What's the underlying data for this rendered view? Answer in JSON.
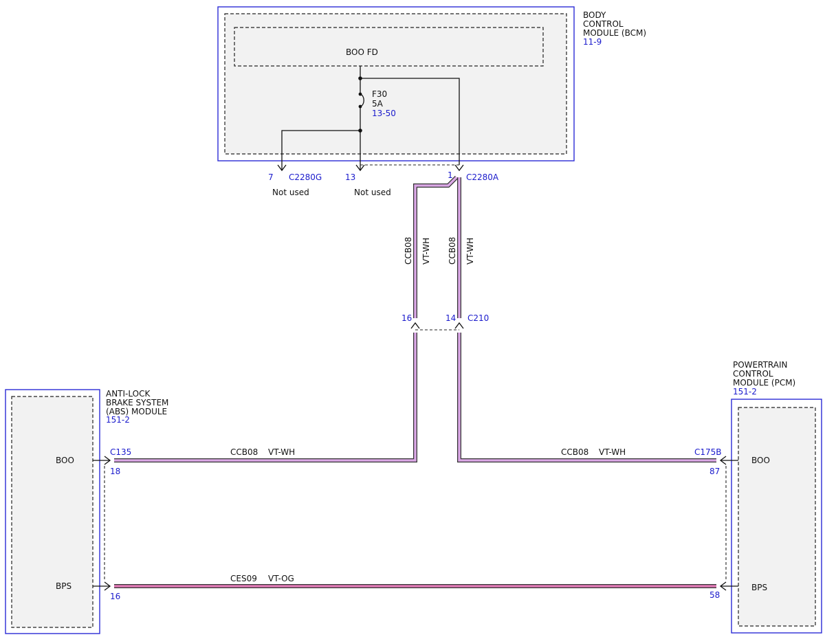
{
  "bcm": {
    "title_lines": [
      "BODY",
      "CONTROL",
      "MODULE (BCM)"
    ],
    "ref": "11-9",
    "inner_label": "BOO FD",
    "fuse": {
      "name": "F30",
      "rating": "5A",
      "ref": "13-50"
    }
  },
  "connectors": {
    "c2280g": {
      "pin": "7",
      "name": "C2280G",
      "note": "Not used"
    },
    "c2280_13": {
      "pin": "13",
      "note": "Not used"
    },
    "c2280a": {
      "pin": "1",
      "name": "C2280A"
    },
    "c210": {
      "pin_left": "16",
      "pin_right": "14",
      "name": "C210"
    },
    "c135": {
      "name": "C135",
      "pin_boo": "18",
      "pin_bps": "16"
    },
    "c175b": {
      "name": "C175B",
      "pin_boo": "87",
      "pin_bps": "58"
    }
  },
  "wires": {
    "left_vertical": {
      "circuit": "CCB08",
      "color": "VT-WH"
    },
    "right_vertical": {
      "circuit": "CCB08",
      "color": "VT-WH"
    },
    "abs_boo": {
      "circuit": "CCB08",
      "color": "VT-WH"
    },
    "pcm_boo": {
      "circuit": "CCB08",
      "color": "VT-WH"
    },
    "bps": {
      "circuit": "CES09",
      "color": "VT-OG"
    }
  },
  "abs": {
    "title_lines": [
      "ANTI-LOCK",
      "BRAKE SYSTEM",
      "(ABS) MODULE"
    ],
    "ref": "151-2",
    "pin_boo": "BOO",
    "pin_bps": "BPS"
  },
  "pcm": {
    "title_lines": [
      "POWERTRAIN",
      "CONTROL",
      "MODULE (PCM)"
    ],
    "ref": "151-2",
    "pin_boo": "BOO",
    "pin_bps": "BPS"
  },
  "colors": {
    "module_border": "#2b2bd6",
    "reference_text": "#1a1acc",
    "wire_vt_wh": "#dba8e6",
    "wire_vt_og": "#e07ab5"
  }
}
